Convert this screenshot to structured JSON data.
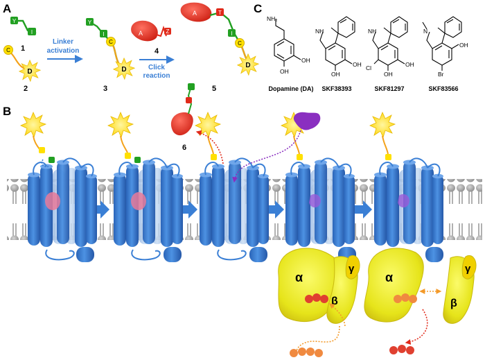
{
  "panels": {
    "a": "A",
    "b": "B",
    "c": "C"
  },
  "panel_a": {
    "compound_1": "1",
    "compound_2": "2",
    "compound_3": "3",
    "compound_4": "4",
    "compound_5": "5",
    "arrow_linker_line1": "Linker",
    "arrow_linker_line2": "activation",
    "arrow_click_line1": "Click",
    "arrow_click_line2": "reaction",
    "tag_y": "Y",
    "tag_i": "I",
    "tag_c": "C",
    "tag_d": "D",
    "tag_a": "A",
    "tag_z": "Z",
    "tag_t": "T"
  },
  "panel_b": {
    "released_label": "6",
    "alpha": "α",
    "beta": "β",
    "gamma": "γ"
  },
  "panel_c": {
    "compounds": [
      {
        "name": "Dopamine (DA)"
      },
      {
        "name": "SKF38393"
      },
      {
        "name": "SKF81297"
      },
      {
        "name": "SKF83566"
      }
    ],
    "atom_nh2": "NH₂",
    "atom_oh": "OH",
    "atom_nh": "NH",
    "atom_n": "N",
    "atom_cl": "Cl",
    "atom_br": "Br"
  },
  "colors": {
    "receptor": "#3a7fd5",
    "receptor_light": "#a9c6ea",
    "fluorophore": "#ffe000",
    "linker_green": "#22a022",
    "click_red": "#e02a1a",
    "ligand_purple": "#8a2fc0",
    "gprotein": "#e8ea1a",
    "gdp_orange": "#f07030",
    "arrow_blue": "#3a7fd5",
    "label_blue": "#3a7fd5"
  }
}
